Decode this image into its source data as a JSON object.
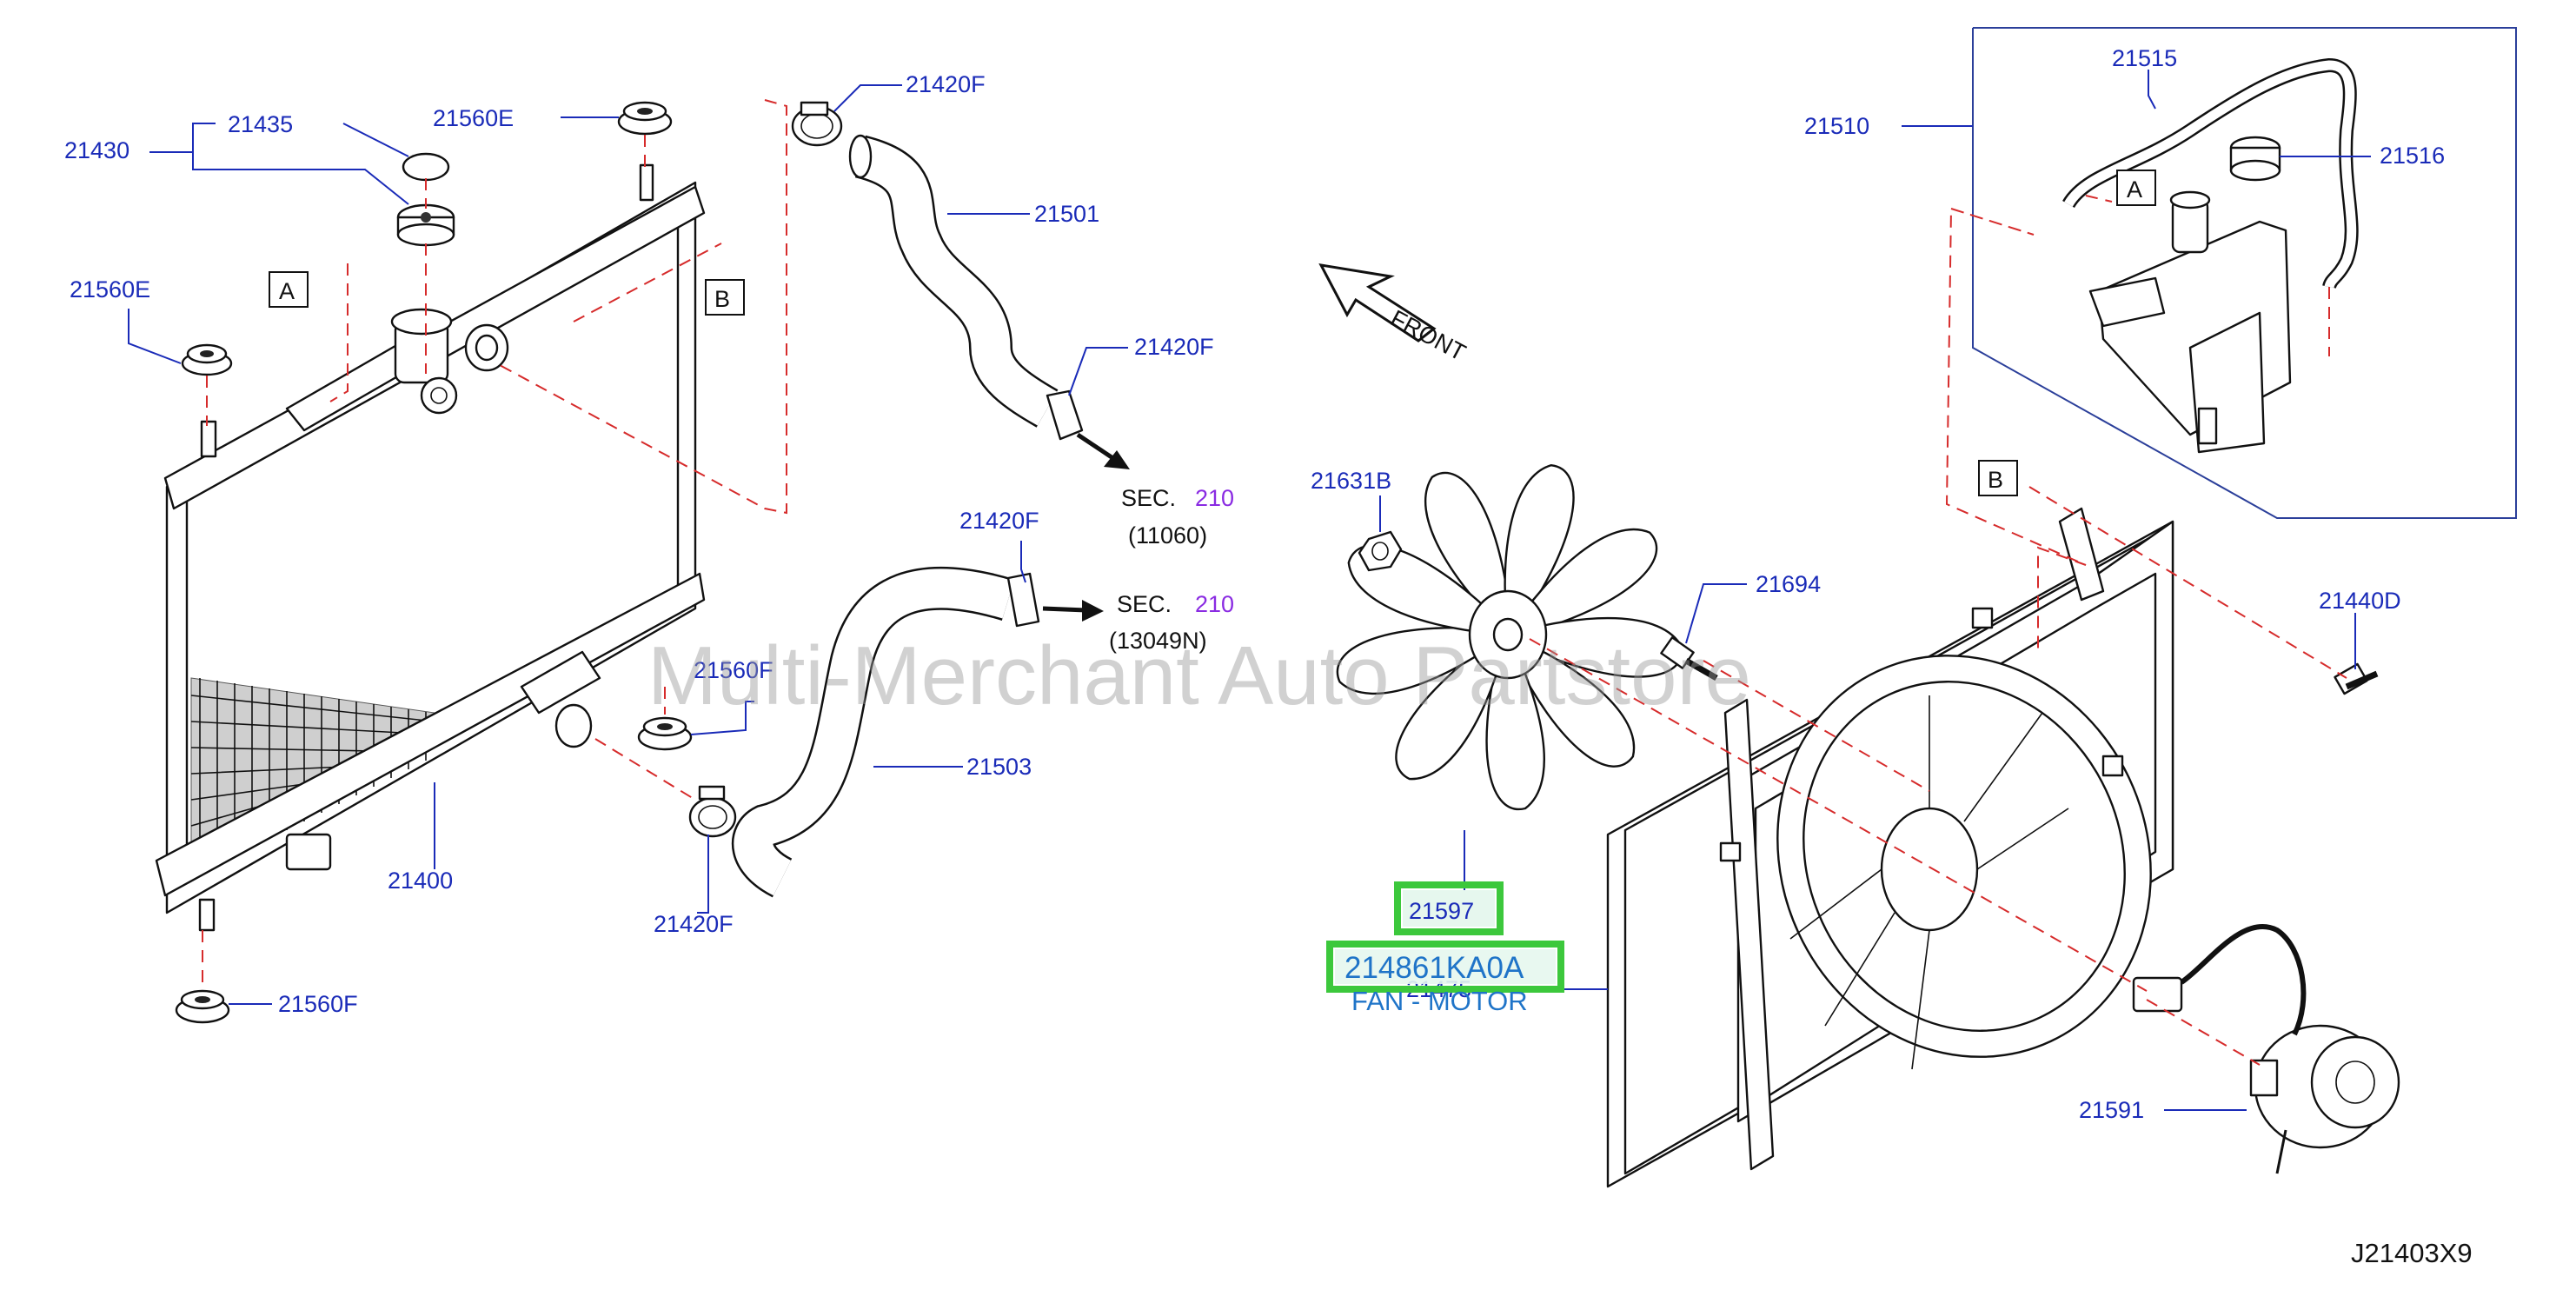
{
  "watermark": "Multi-Merchant Auto Partstore",
  "diagram_code": "J21403X9",
  "direction_label": "FRONT",
  "ref_a": "A",
  "ref_b": "B",
  "sec_label": "SEC.",
  "sec_num": "210",
  "sec_1_code": "(11060)",
  "sec_2_code": "(13049N)",
  "highlight": {
    "part_number": "214861KA0A",
    "description": "FAN - MOTOR",
    "item_code": "21597",
    "accent_color": "#3cc83c"
  },
  "callouts": {
    "c21430": "21430",
    "c21435": "21435",
    "c21560E_top": "21560E",
    "c21560E_left": "21560E",
    "c21420F_top": "21420F",
    "c21501": "21501",
    "c21420F_mid": "21420F",
    "c21420F_low": "21420F",
    "c21560F_mid": "21560F",
    "c21503": "21503",
    "c21400": "21400",
    "c21420F_bottom": "21420F",
    "c21560F_bottom": "21560F",
    "c21631B": "21631B",
    "c21694": "21694",
    "c21475": "21475",
    "c21591": "21591",
    "c21510": "21510",
    "c21515": "21515",
    "c21516": "21516",
    "c21440D": "21440D"
  },
  "colors": {
    "callout_text": "#1a2bb8",
    "leader_line": "#1a2bb8",
    "dashed_line": "#d62b2b",
    "section_number": "#8a2be2"
  }
}
